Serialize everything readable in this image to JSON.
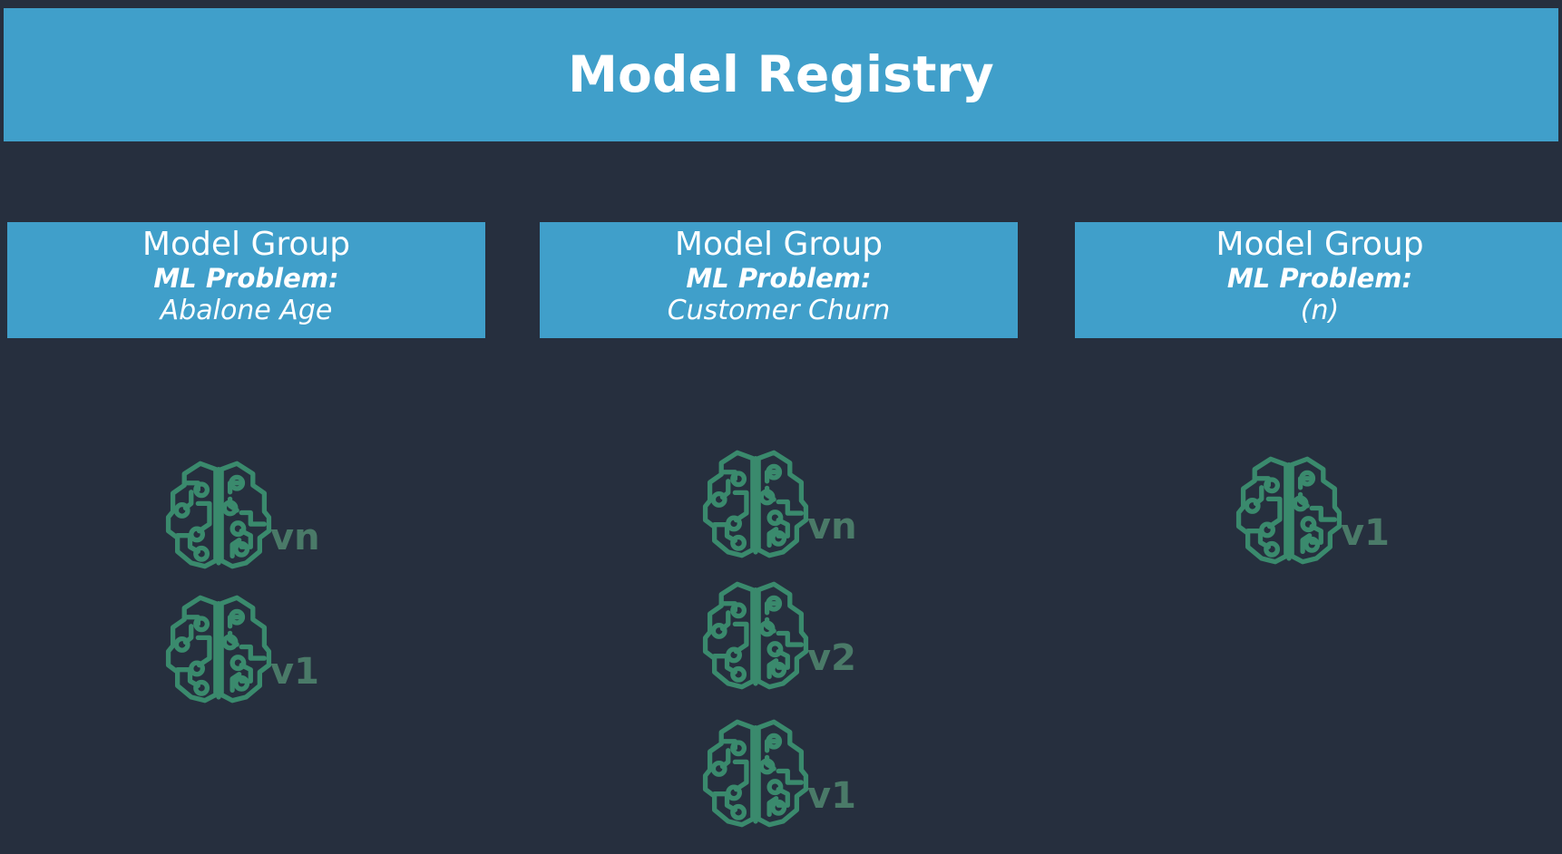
{
  "page": {
    "background_color": "#262f3e",
    "accent_color": "#409fca",
    "icon_color": "#3a8a6d",
    "label_color": "#4a7a68"
  },
  "header": {
    "title": "Model Registry"
  },
  "model_groups": [
    {
      "title": "Model Group",
      "problem_label": "ML Problem:",
      "problem_value": "Abalone Age",
      "versions": [
        {
          "label": "vn",
          "icon": "brain-circuit-icon"
        },
        {
          "label": "v1",
          "icon": "brain-circuit-icon"
        }
      ]
    },
    {
      "title": "Model Group",
      "problem_label": "ML Problem:",
      "problem_value": "Customer Churn",
      "versions": [
        {
          "label": "vn",
          "icon": "brain-circuit-icon"
        },
        {
          "label": "v2",
          "icon": "brain-circuit-icon"
        },
        {
          "label": "v1",
          "icon": "brain-circuit-icon"
        }
      ]
    },
    {
      "title": "Model Group",
      "problem_label": "ML Problem:",
      "problem_value": "(n)",
      "versions": [
        {
          "label": "v1",
          "icon": "brain-circuit-icon"
        }
      ]
    }
  ]
}
